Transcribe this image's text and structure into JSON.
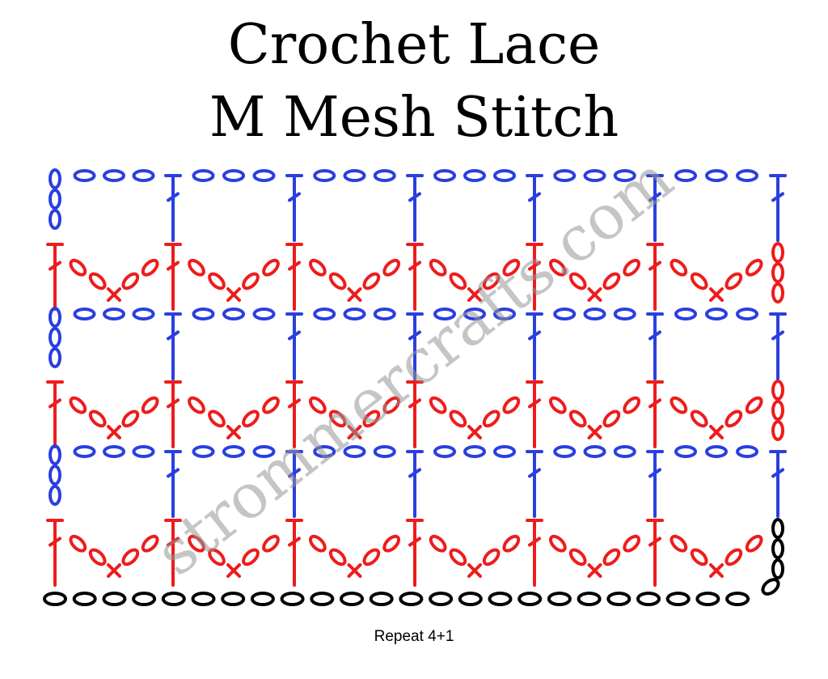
{
  "title": {
    "line1": "Crochet Lace",
    "line2": "M Mesh Stitch"
  },
  "caption": "Repeat 4+1",
  "watermark": "strommercrafts.com",
  "colors": {
    "blue_rows": "#2a3fe0",
    "red_rows": "#ee1c1c",
    "foundation": "#000000",
    "watermark": "#969696"
  },
  "diagram": {
    "columns": 7,
    "rows": [
      {
        "kind": "chain-space",
        "color": "blue_rows"
      },
      {
        "kind": "v-stitch",
        "color": "red_rows"
      },
      {
        "kind": "chain-space",
        "color": "blue_rows"
      },
      {
        "kind": "v-stitch",
        "color": "red_rows"
      },
      {
        "kind": "chain-space",
        "color": "blue_rows"
      },
      {
        "kind": "v-stitch",
        "color": "red_rows"
      }
    ],
    "foundation_chains": 25,
    "symbols": [
      "chain-oval",
      "double-crochet",
      "single-crochet-x"
    ]
  }
}
